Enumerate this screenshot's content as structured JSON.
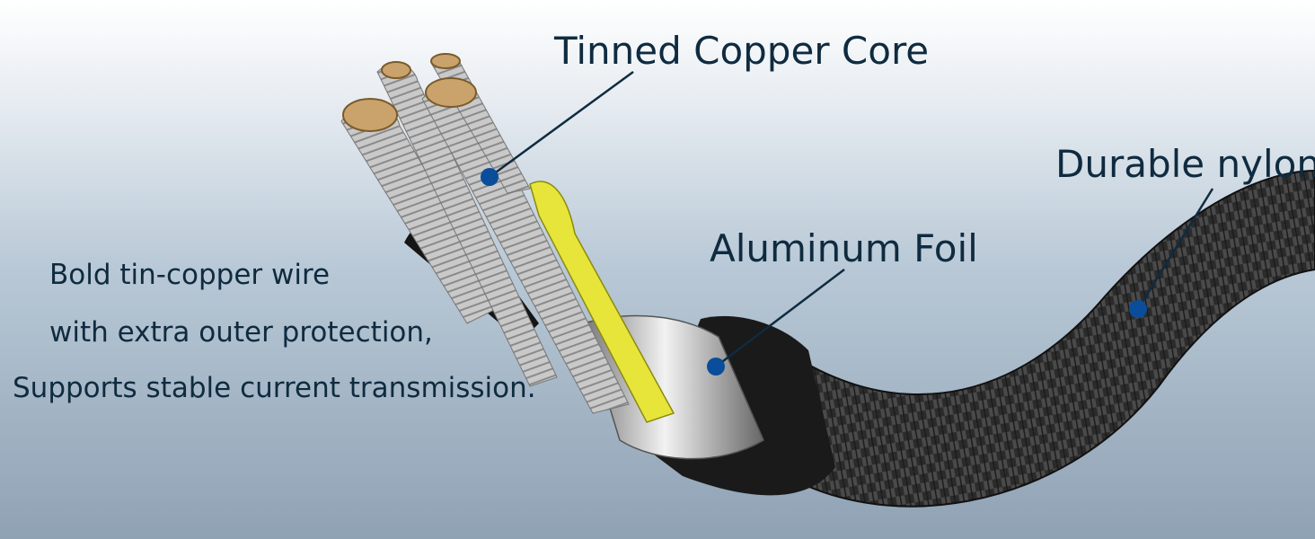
{
  "labels": {
    "core": "Tinned Copper Core",
    "foil": "Aluminum Foil",
    "nylon": "Durable nylon"
  },
  "description": {
    "line1": "Bold tin-copper wire",
    "line2": "with extra outer protection,",
    "line3": "Supports stable current transmission."
  },
  "colors": {
    "text": "#0f2b40",
    "marker": "#0a4d9a",
    "braid": "#2a2a2a",
    "yellow_wire": "#e8e53a"
  }
}
